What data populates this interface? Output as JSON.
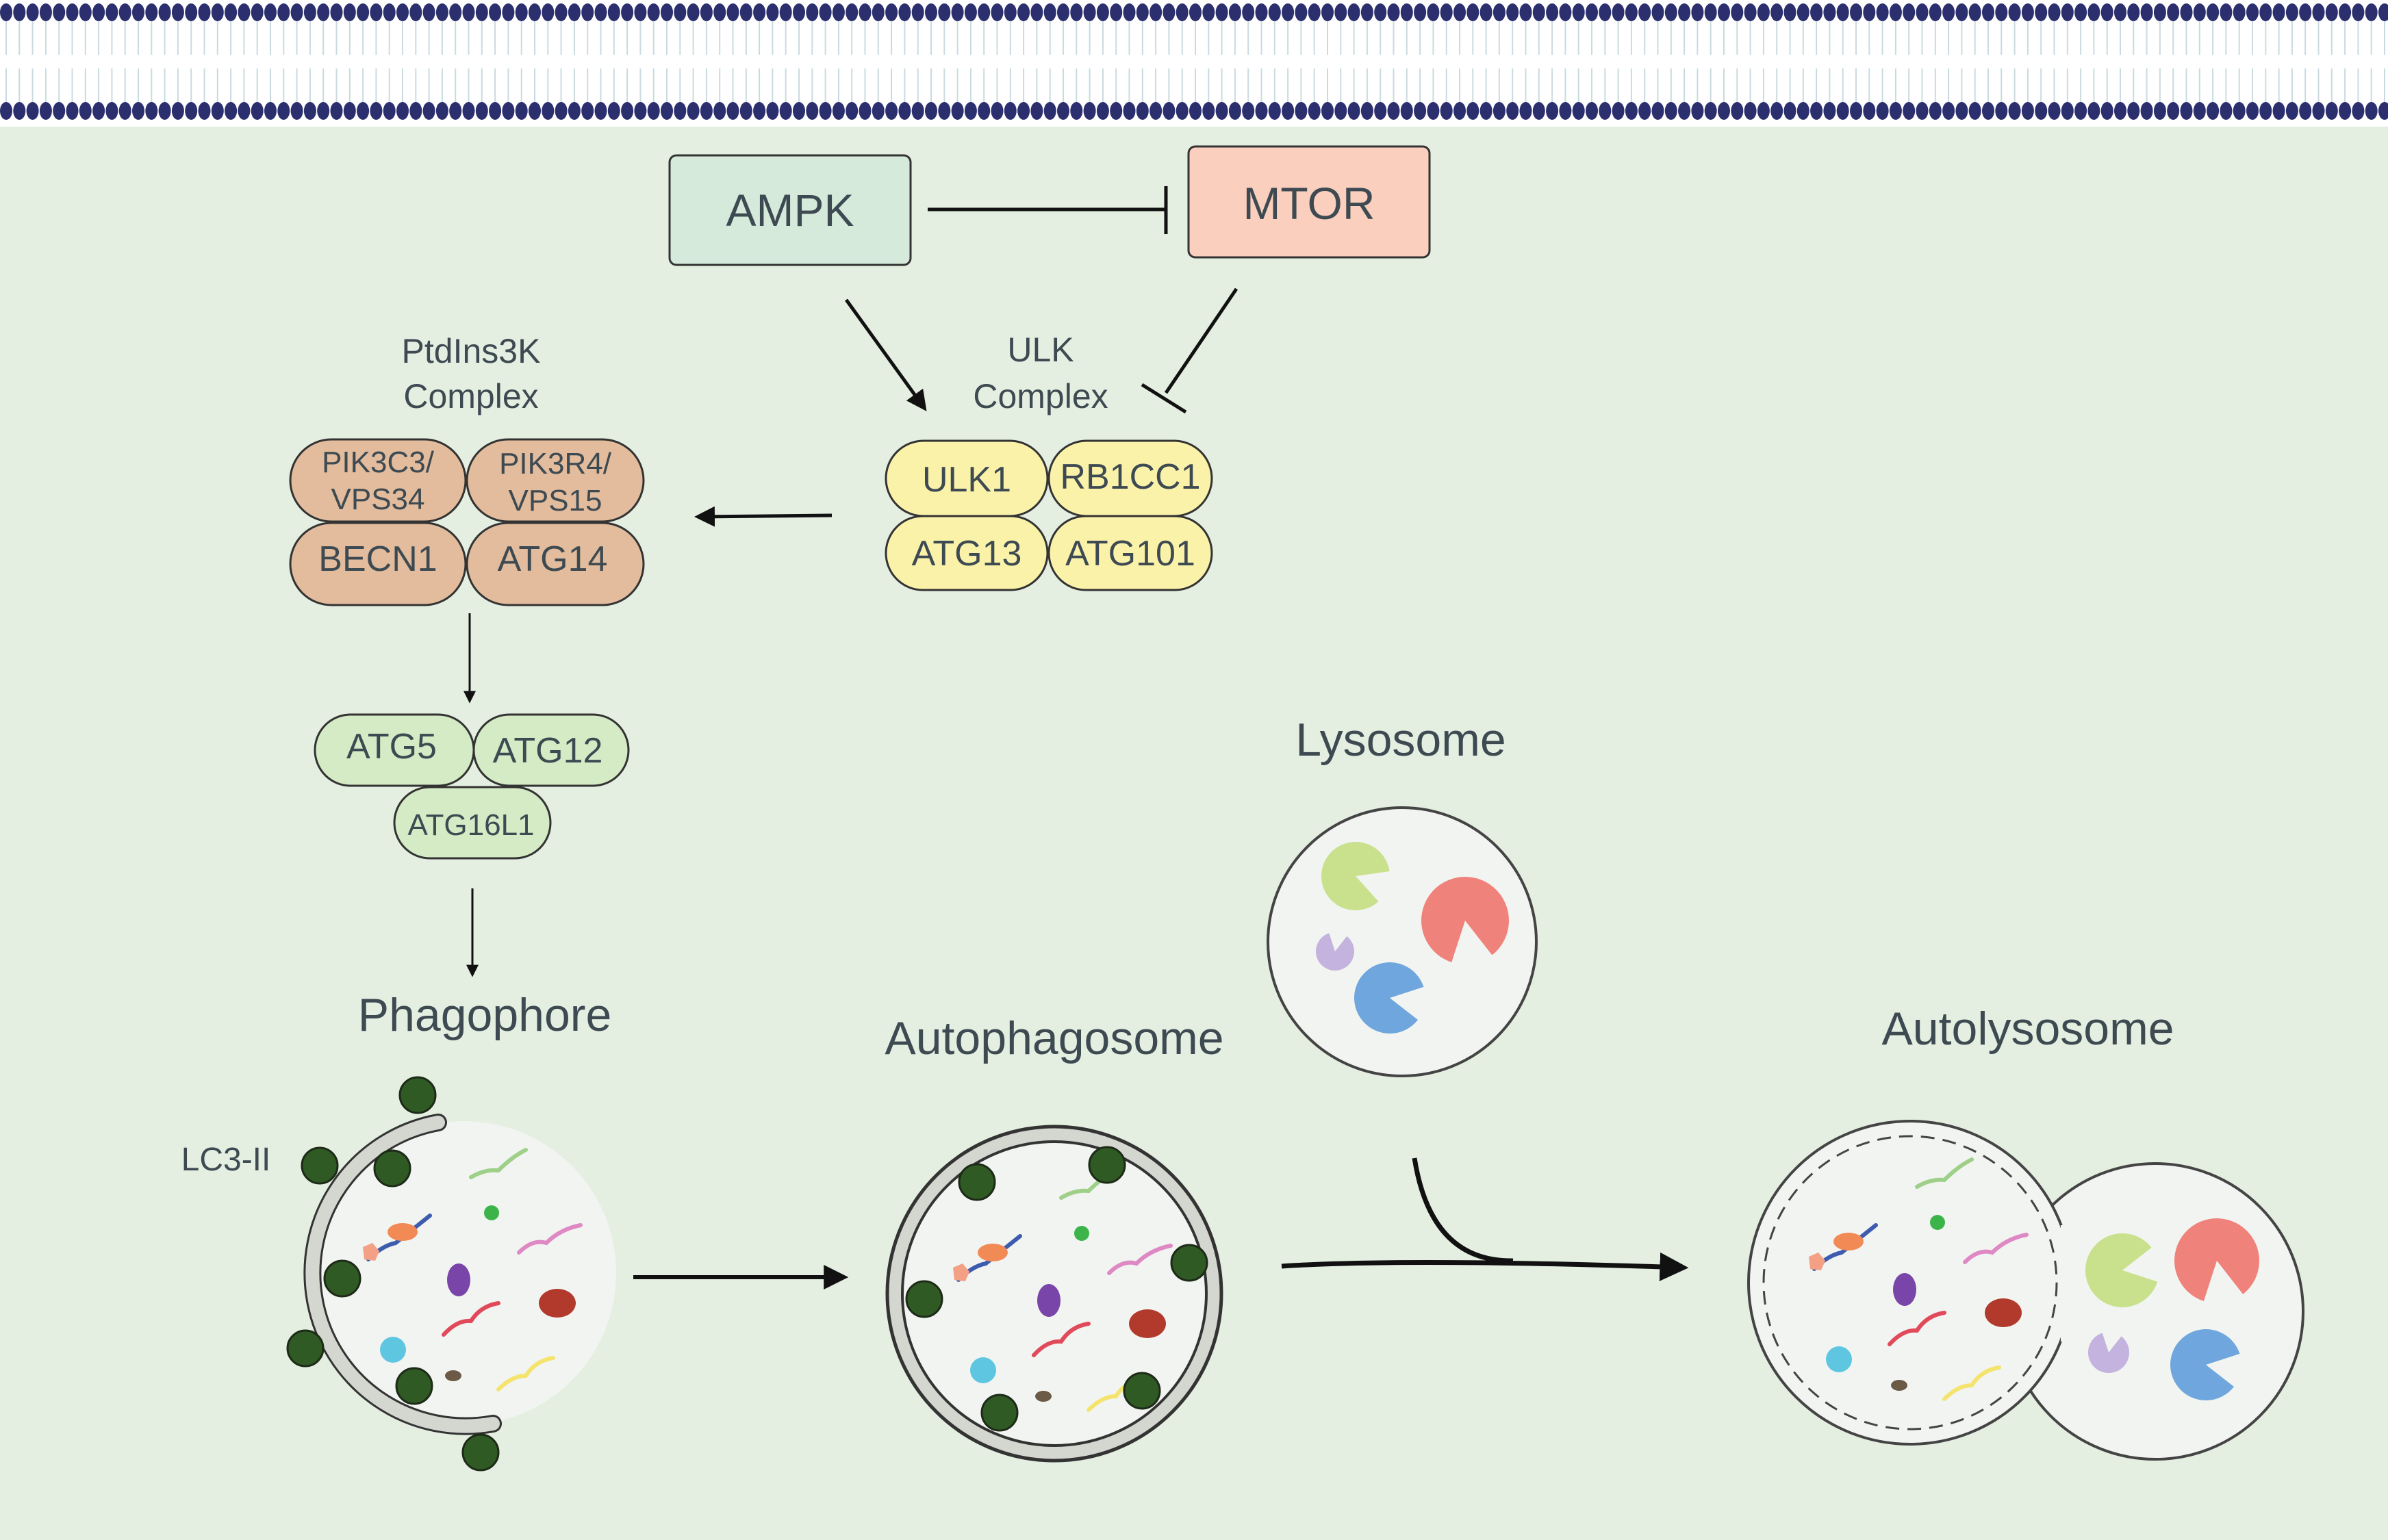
{
  "colors": {
    "cytoplasm": "#e4efe1",
    "membrane_head": "#2c2f6e",
    "ampk_fill": "#d6eadb",
    "mtor_fill": "#fbcfbd",
    "ulk_fill": "#fbf2aa",
    "ptdins_fill": "#e2bc9c",
    "atg_fill": "#d4ebc5",
    "lc3": "#2f5a23",
    "text": "#3e4a52",
    "lysozyme_green": "#c9e08c",
    "lysozyme_red": "#f0827c",
    "lysozyme_blue": "#6fa6dd",
    "lysozyme_purple": "#c3b3de"
  },
  "kinases": {
    "ampk": "AMPK",
    "mtor": "MTOR"
  },
  "ulk_complex": {
    "title_line1": "ULK",
    "title_line2": "Complex",
    "ulk1": "ULK1",
    "rb1cc1": "RB1CC1",
    "atg13": "ATG13",
    "atg101": "ATG101"
  },
  "ptdins3k_complex": {
    "title_line1": "PtdIns3K",
    "title_line2": "Complex",
    "pik3c3_line1": "PIK3C3/",
    "pik3c3_line2": "VPS34",
    "pik3r4_line1": "PIK3R4/",
    "pik3r4_line2": "VPS15",
    "becn1": "BECN1",
    "atg14": "ATG14"
  },
  "atg_conjugate": {
    "atg5": "ATG5",
    "atg12": "ATG12",
    "atg16l1": "ATG16L1"
  },
  "stages": {
    "phagophore": "Phagophore",
    "autophagosome": "Autophagosome",
    "lysosome": "Lysosome",
    "autolysosome": "Autolysosome"
  },
  "lc3_label": "LC3-II"
}
